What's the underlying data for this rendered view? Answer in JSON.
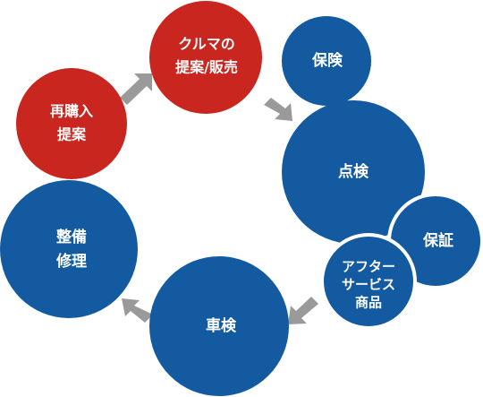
{
  "colors": {
    "red": "#c8261e",
    "blue": "#135aa0",
    "arrow": "#9a9a9a",
    "circle_stroke": "#ffffff"
  },
  "nodes": {
    "car_sales": {
      "line1": "クルマの",
      "line2": "提案/販売",
      "color": "red"
    },
    "insurance": {
      "line1": "保険",
      "color": "blue"
    },
    "repurchase": {
      "line1": "再購入",
      "line2": "提案",
      "color": "red"
    },
    "inspection": {
      "line1": "点検",
      "color": "blue"
    },
    "warranty": {
      "line1": "保証",
      "color": "blue"
    },
    "after_service": {
      "line1": "アフター",
      "line2": "サービス",
      "line3": "商品",
      "color": "blue"
    },
    "maintenance": {
      "line1": "整備",
      "line2": "修理",
      "color": "blue"
    },
    "shaken": {
      "line1": "車検",
      "color": "blue"
    }
  },
  "arrows": [
    {
      "from": "repurchase",
      "to": "car_sales"
    },
    {
      "from": "car_sales",
      "to": "inspection"
    },
    {
      "from": "after_service",
      "to": "shaken"
    },
    {
      "from": "shaken",
      "to": "maintenance"
    }
  ]
}
